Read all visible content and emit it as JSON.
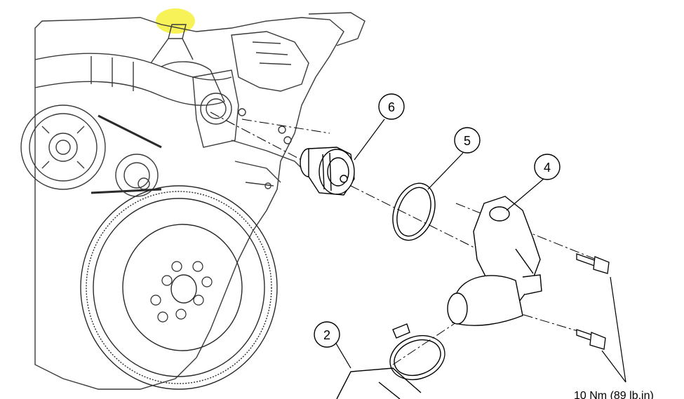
{
  "diagram": {
    "callouts": [
      {
        "id": "c6",
        "label": "6"
      },
      {
        "id": "c5",
        "label": "5"
      },
      {
        "id": "c4",
        "label": "4"
      },
      {
        "id": "c2",
        "label": "2"
      }
    ],
    "torque_spec": "10 Nm (89 lb.in)",
    "highlight_color": "#f5f03a",
    "line_color": "#000000",
    "engine_line_color": "#4a4a4a"
  }
}
